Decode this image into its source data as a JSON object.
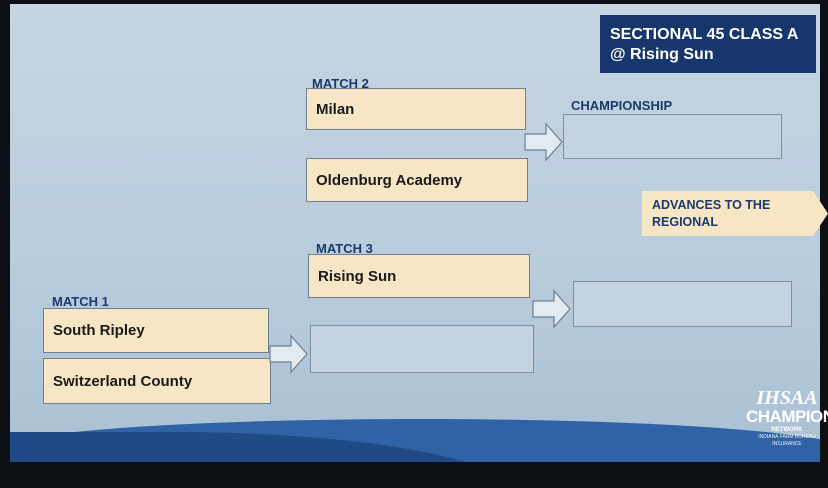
{
  "header": {
    "title_line1": "SECTIONAL 45 CLASS A",
    "title_line2": "@ Rising Sun"
  },
  "bracket": {
    "match1": {
      "label": "MATCH 1",
      "team1": "South Ripley",
      "team2": "Switzerland County"
    },
    "match2": {
      "label": "MATCH 2",
      "team1": "Milan",
      "team2": "Oldenburg Academy"
    },
    "match3": {
      "label": "MATCH 3",
      "team1": "Rising Sun",
      "team2": ""
    },
    "championship": {
      "label": "CHAMPIONSHIP",
      "team1": "",
      "team2": ""
    },
    "advances": {
      "line1": "ADVANCES TO THE",
      "line2": "REGIONAL"
    }
  },
  "logo": {
    "line1": "IHSAA",
    "line2": "CHAMPION",
    "line3": "NETWORK",
    "line4": "INDIANA FARM BUREAU INSURANCE"
  },
  "colors": {
    "team_fill": "#f6e6c6",
    "title_bg": "#17366b",
    "label_color": "#1b3a6b"
  }
}
